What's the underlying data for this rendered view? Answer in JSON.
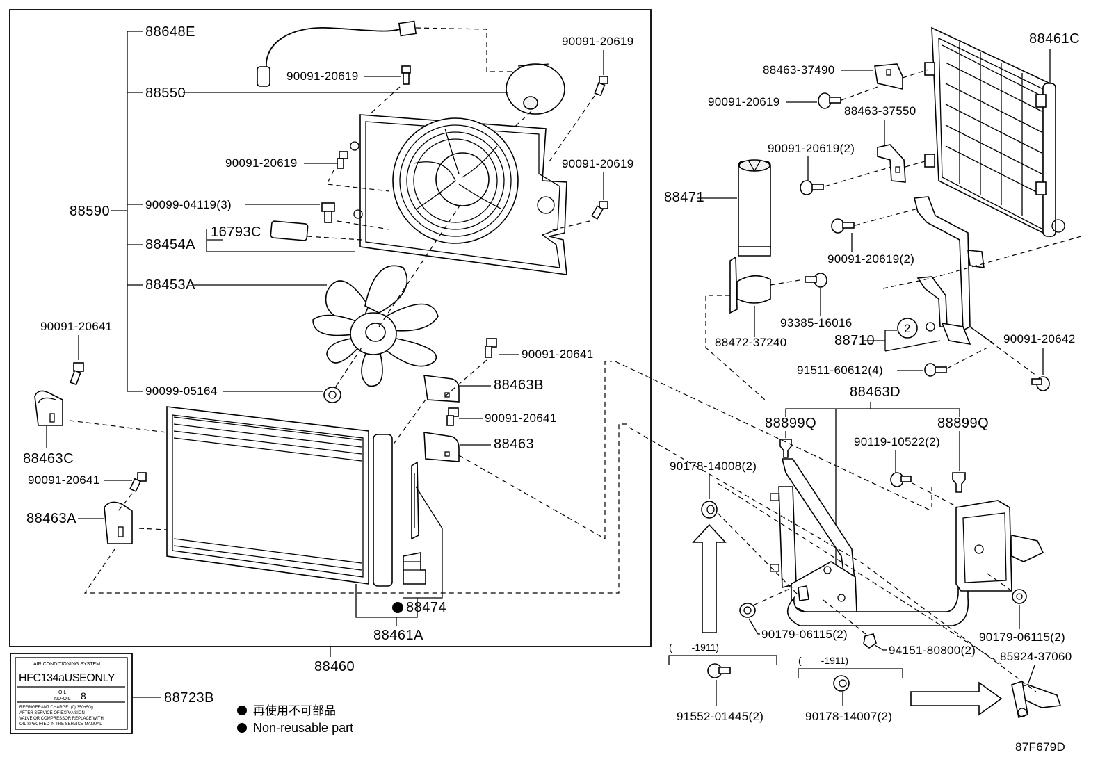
{
  "diagram_code": "87F679D",
  "main_assembly": "88460",
  "labels": {
    "p88648E": "88648E",
    "p90091_20619_a": "90091-20619",
    "p90091_20619_b": "90091-20619",
    "p88550": "88550",
    "p90091_20619_c": "90091-20619",
    "p90091_20619_d": "90091-20619",
    "p88590": "88590",
    "p90099_04119": "90099-04119(3)",
    "p88454A": "88454A",
    "p16793C": "16793C",
    "p88453A": "88453A",
    "p90091_20641_a": "90091-20641",
    "p90091_20641_b": "90091-20641",
    "p90099_05164": "90099-05164",
    "p88463B": "88463B",
    "p88463C": "88463C",
    "p90091_20641_c": "90091-20641",
    "p88463": "88463",
    "p90091_20641_d": "90091-20641",
    "p88463A": "88463A",
    "p88474": "88474",
    "p88461A": "88461A",
    "p88461C": "88461C",
    "p88463_37490": "88463-37490",
    "p90091_20619_e": "90091-20619",
    "p88463_37550": "88463-37550",
    "p90091_20619_2a": "90091-20619(2)",
    "p88471": "88471",
    "p90091_20619_2b": "90091-20619(2)",
    "p93385_16016": "93385-16016",
    "p88472_37240": "88472-37240",
    "p88710": "88710",
    "p88710_circle": "2",
    "p90091_20642": "90091-20642",
    "p91511_60612": "91511-60612(4)",
    "p88463D": "88463D",
    "p88899Q_a": "88899Q",
    "p88899Q_b": "88899Q",
    "p90119_10522": "90119-10522(2)",
    "p90178_14008": "90178-14008(2)",
    "p90179_06115_a": "90179-06115(2)",
    "p90179_06115_b": "90179-06115(2)",
    "p94151_80800": "94151-80800(2)",
    "p85924_37060": "85924-37060",
    "p91552_01445": "91552-01445(2)",
    "p90178_14007": "90178-14007(2)",
    "p88723B": "88723B"
  },
  "date_ranges": {
    "left": "(　　-1911)",
    "right": "(　　-1911)"
  },
  "legend": {
    "jp": "再使用不可部品",
    "en": "Non-reusable part"
  },
  "caution_label": {
    "top_line": "AIR CONDITIONING SYSTEM",
    "refrigerant": "HFC134aUSEONLY",
    "oil_label": "OIL",
    "oil_no": "ND-OIL",
    "oil_value": "8",
    "line1": "REFRIGERANT CHARGE: (0) 350±50g",
    "line2": "AFTER SERVICE OF EXPANSION",
    "line3": "VALVE OR COMPRESSOR REPLACE WITH",
    "line4": "OIL SPECIFIED IN THE SERVICE MANUAL"
  }
}
